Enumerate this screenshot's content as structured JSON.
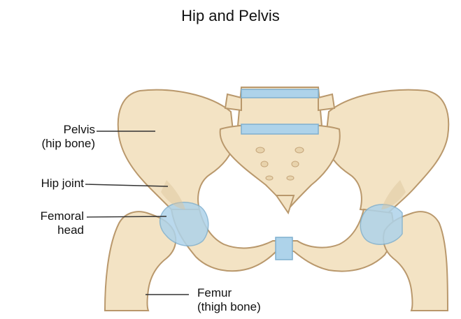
{
  "title": "Hip and Pelvis",
  "labels": {
    "pelvis": {
      "line1": "Pelvis",
      "line2": "(hip bone)"
    },
    "hip_joint": {
      "line1": "Hip joint"
    },
    "femoral_head": {
      "line1": "Femoral",
      "line2": "head"
    },
    "femur": {
      "line1": "Femur",
      "line2": "(thigh bone)"
    }
  },
  "colors": {
    "bone": "#f3e3c4",
    "bone_shadow": "#dcc39c",
    "outline": "#b9986c",
    "cartilage": "#aed3ea",
    "leader": "#333333"
  }
}
